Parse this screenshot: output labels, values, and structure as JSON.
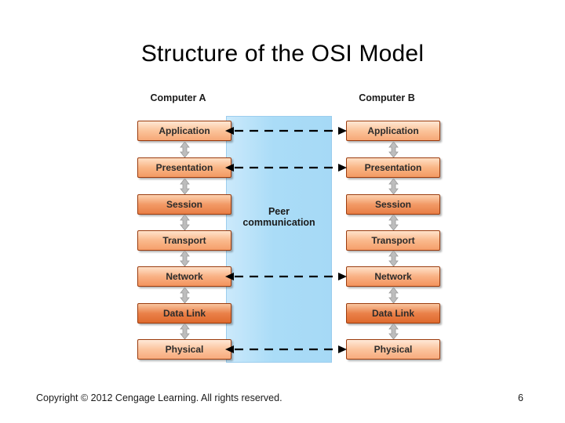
{
  "slide": {
    "title": "Structure of the OSI Model",
    "footer": {
      "copyright": "Copyright © 2012 Cengage Learning. All rights reserved.",
      "page_number": "6"
    }
  },
  "diagram": {
    "column_headers": {
      "left": "Computer A",
      "right": "Computer B"
    },
    "peer_label_line1": "Peer",
    "peer_label_line2": "communication",
    "layers": [
      "Application",
      "Presentation",
      "Session",
      "Transport",
      "Network",
      "Data Link",
      "Physical"
    ],
    "peer_arrow_layers": [
      "Application",
      "Presentation",
      "Network",
      "Physical"
    ],
    "colors": {
      "band": "#b8e0f7",
      "layer_border": "#9b3b0d",
      "layer_fill": "#f6a877",
      "arrow": "#000000",
      "vertical_arrow": "#b9b9b9"
    }
  }
}
